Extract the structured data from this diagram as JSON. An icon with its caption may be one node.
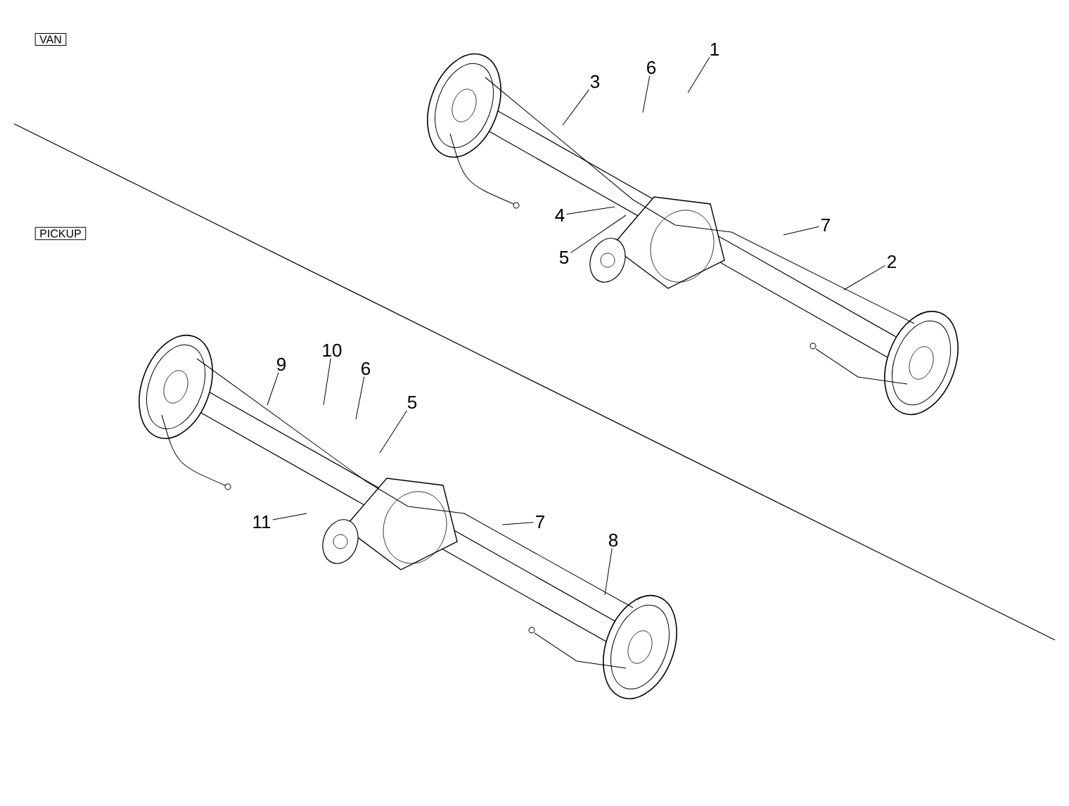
{
  "diagram": {
    "nodes": [
      {
        "text": [
          "VAN"
        ]
      },
      {
        "text": [
          "PICKUP"
        ]
      },
      {
        "text": [
          "1"
        ]
      },
      {
        "text": [
          "6"
        ]
      },
      {
        "text": [
          "3"
        ]
      },
      {
        "text": [
          "4"
        ]
      },
      {
        "text": [
          "5"
        ]
      },
      {
        "text": [
          "7"
        ]
      },
      {
        "text": [
          "2"
        ]
      },
      {
        "text": [
          "9"
        ]
      },
      {
        "text": [
          "10"
        ]
      },
      {
        "text": [
          "6"
        ]
      },
      {
        "text": [
          "5"
        ]
      },
      {
        "text": [
          "11"
        ]
      },
      {
        "text": [
          "7"
        ]
      },
      {
        "text": [
          "8"
        ]
      }
    ],
    "edges": [
      {
        "from": 2,
        "to": null,
        "arrow": "none"
      },
      {
        "from": 3,
        "to": null,
        "arrow": "none"
      },
      {
        "from": 4,
        "to": null,
        "arrow": "none"
      },
      {
        "from": 5,
        "to": null,
        "arrow": "none"
      },
      {
        "from": 6,
        "to": null,
        "arrow": "none"
      },
      {
        "from": 7,
        "to": null,
        "arrow": "none"
      },
      {
        "from": 8,
        "to": null,
        "arrow": "none"
      },
      {
        "from": 9,
        "to": null,
        "arrow": "none"
      },
      {
        "from": 10,
        "to": null,
        "arrow": "none"
      },
      {
        "from": 11,
        "to": null,
        "arrow": "none"
      },
      {
        "from": 12,
        "to": null,
        "arrow": "none"
      },
      {
        "from": 13,
        "to": null,
        "arrow": "none"
      },
      {
        "from": 14,
        "to": null,
        "arrow": "none"
      },
      {
        "from": 15,
        "to": null,
        "arrow": "none"
      }
    ]
  }
}
